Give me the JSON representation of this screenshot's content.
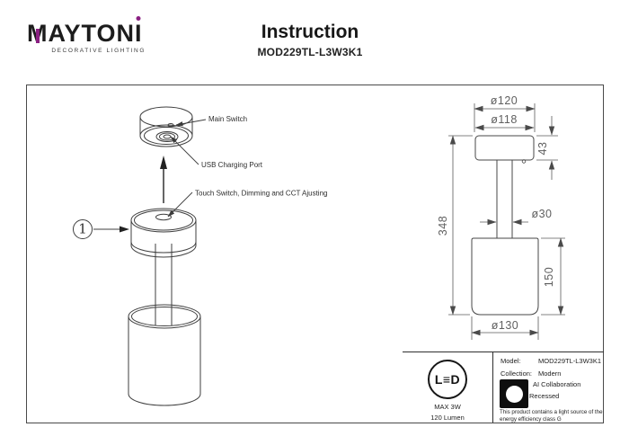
{
  "brand": {
    "name_main": "MAYTON",
    "name_i": "I",
    "tagline": "DECORATIVE LIGHTING",
    "accent": "#8a2082"
  },
  "header": {
    "title": "Instruction",
    "model": "MOD229TL-L3W3K1"
  },
  "diagram": {
    "callout_number": "1",
    "labels": {
      "main_switch": "Main Switch",
      "usb_port": "USB Charging Port",
      "touch_switch": "Touch Switch, Dimming and CCT Ajusting"
    },
    "dimensions": {
      "head_outer": "ø120",
      "head_inner": "ø118",
      "head_height": "43",
      "total_height": "348",
      "stem_diameter": "ø30",
      "base_height": "150",
      "base_diameter": "ø130"
    }
  },
  "info_panel": {
    "led_badge": "L≡D",
    "max_power": "MAX 3W",
    "luminous_flux": "120 Lumen",
    "model_label": "Model:",
    "model_value": "MOD229TL-L3W3K1",
    "collection_label": "Collection:",
    "collection_value": "Modern",
    "feature_line1": "AI Collaboration",
    "feature_line2": "Recessed",
    "energy_note_line1": "This product contains a light source of the",
    "energy_note_line2": "energy efficiency class G"
  }
}
